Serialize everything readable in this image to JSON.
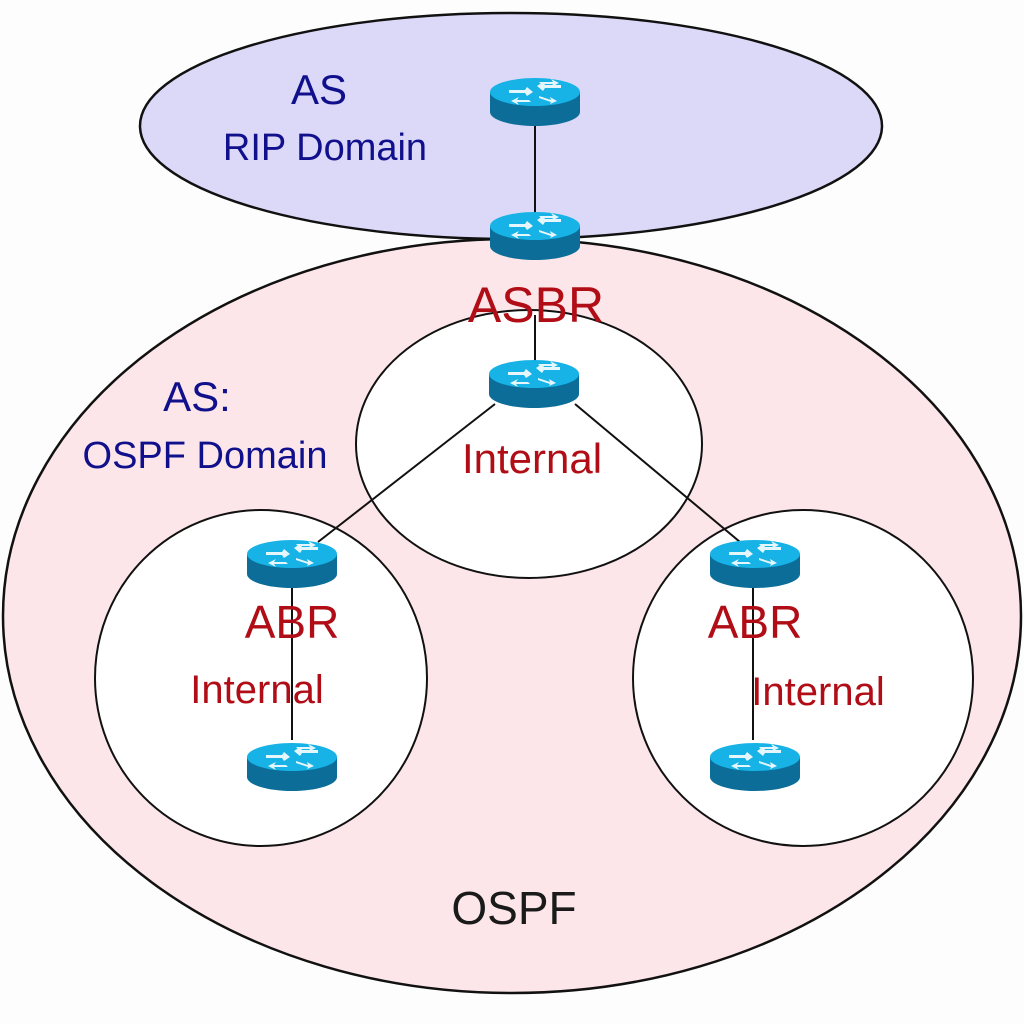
{
  "colors": {
    "rip_fill": "#dcd9f8",
    "ospf_fill": "#fce6e9",
    "area_fill": "#ffffff",
    "router_top": "#17b2e6",
    "router_side": "#0c6e98",
    "label_blue": "#10108c",
    "label_red": "#b00d16",
    "label_black": "#1a1a1a"
  },
  "regions": {
    "rip": {
      "line1": "AS",
      "line2": "RIP Domain"
    },
    "ospf_as": {
      "line1": "AS:",
      "line2": "OSPF Domain"
    },
    "ospf_bottom": "OSPF"
  },
  "routers": {
    "rip_router": {
      "label": ""
    },
    "asbr": {
      "label": "ASBR"
    },
    "backbone_internal": {
      "label": "Internal"
    },
    "left_abr": {
      "label": "ABR"
    },
    "left_internal": {
      "label": "Internal"
    },
    "right_abr": {
      "label": "ABR"
    },
    "right_internal": {
      "label": "Internal"
    }
  },
  "links": [
    [
      "rip_router",
      "asbr"
    ],
    [
      "asbr",
      "backbone_internal"
    ],
    [
      "backbone_internal",
      "left_abr"
    ],
    [
      "backbone_internal",
      "right_abr"
    ],
    [
      "left_abr",
      "left_internal_router"
    ],
    [
      "right_abr",
      "right_internal_router"
    ]
  ],
  "icons": {
    "router": "router-icon"
  }
}
